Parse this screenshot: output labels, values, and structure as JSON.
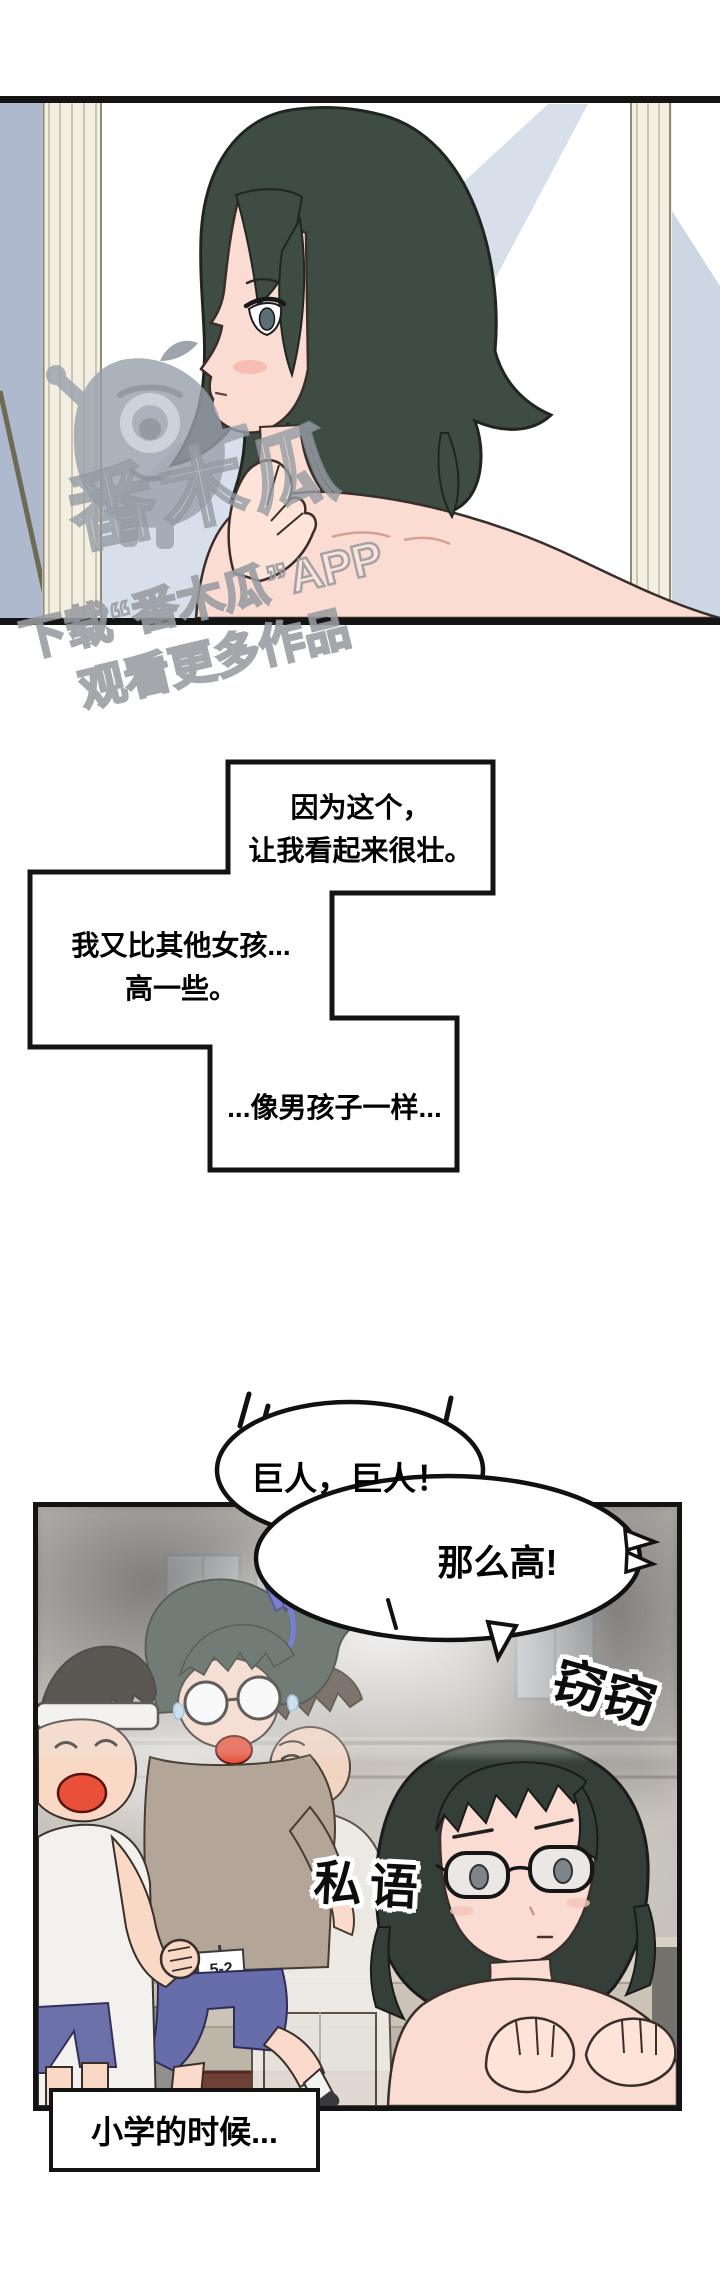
{
  "watermark": {
    "logo_text": "番木瓜",
    "download_line": "下载“番木瓜”APP",
    "watch_line": "观看更多作品"
  },
  "narration": {
    "box1": [
      "因为这个，",
      "让我看起来很壮。"
    ],
    "box2": [
      "我又比其他女孩...",
      "高一些。"
    ],
    "box3": "...像男孩子一样..."
  },
  "panel2": {
    "bubble_giant": "巨人，巨人！",
    "bubble_tall": "那么高!",
    "sfx_whisper_right": "窃窃",
    "sfx_whisper_left": "私语",
    "class_tag": "5-2",
    "caption": "小学的时候..."
  },
  "colors": {
    "panel_border": "#141414",
    "hair_dark_green": "#3e4c44",
    "skin_pink": "#fbdcd2",
    "mouth_red": "#e8503a",
    "ribbon_blue": "#4f55cc",
    "mirror_wall_blue": "#d7dfeb",
    "floor_brown": "#6e4037",
    "shorts_purple": "#676cab"
  }
}
